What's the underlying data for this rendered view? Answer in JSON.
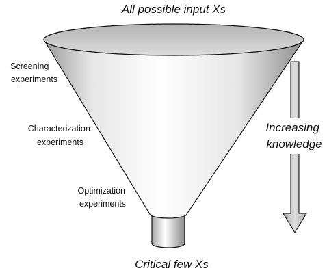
{
  "diagram": {
    "top_label": "All possible input Xs",
    "bottom_label": "Critical few Xs",
    "side_label_lines": [
      "Increasing",
      "knowledge"
    ],
    "stages": [
      {
        "lines": [
          "Screening",
          "experiments"
        ]
      },
      {
        "lines": [
          "Characterization",
          "experiments"
        ]
      },
      {
        "lines": [
          "Optimization",
          "experiments"
        ]
      }
    ],
    "colors": {
      "funnel_light": "#ffffff",
      "funnel_mid": "#e6e6e6",
      "funnel_dark": "#9a9a9a",
      "rim_top": "#c8c8c8",
      "outline": "#111111",
      "arrow_fill": "#c4c4c4"
    }
  }
}
